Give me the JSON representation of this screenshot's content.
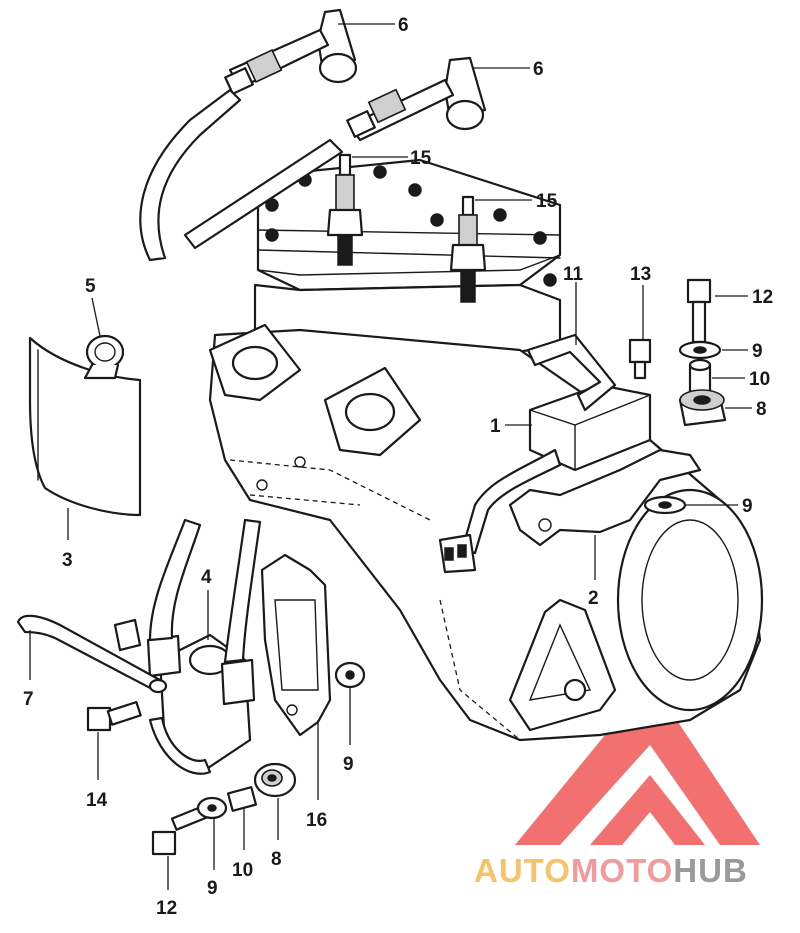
{
  "callouts": [
    {
      "id": "c6a",
      "label": "6"
    },
    {
      "id": "c6b",
      "label": "6"
    },
    {
      "id": "c15a",
      "label": "15"
    },
    {
      "id": "c15b",
      "label": "15"
    },
    {
      "id": "c5",
      "label": "5"
    },
    {
      "id": "c3",
      "label": "3"
    },
    {
      "id": "c11",
      "label": "11"
    },
    {
      "id": "c13",
      "label": "13"
    },
    {
      "id": "c12a",
      "label": "12"
    },
    {
      "id": "c9a",
      "label": "9"
    },
    {
      "id": "c10a",
      "label": "10"
    },
    {
      "id": "c8a",
      "label": "8"
    },
    {
      "id": "c1",
      "label": "1"
    },
    {
      "id": "c9b",
      "label": "9"
    },
    {
      "id": "c2",
      "label": "2"
    },
    {
      "id": "c4",
      "label": "4"
    },
    {
      "id": "c7",
      "label": "7"
    },
    {
      "id": "c14",
      "label": "14"
    },
    {
      "id": "c9c",
      "label": "9"
    },
    {
      "id": "c16",
      "label": "16"
    },
    {
      "id": "c8b",
      "label": "8"
    },
    {
      "id": "c10b",
      "label": "10"
    },
    {
      "id": "c9d",
      "label": "9"
    },
    {
      "id": "c12b",
      "label": "12"
    }
  ],
  "watermark": {
    "part1": "AUTO",
    "part2": "MOTO",
    "part3": "HUB",
    "colors": {
      "auto": "#f6c36a",
      "moto": "#f39a9a",
      "hub": "#9a9a9a",
      "logo": "#f04848"
    }
  }
}
